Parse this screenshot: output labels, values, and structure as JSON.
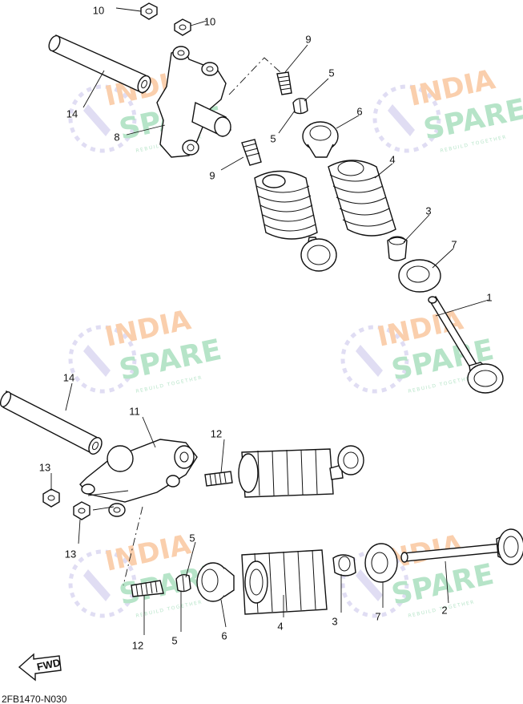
{
  "diagram_code": "2FB1470-N030",
  "fwd_label": "FWD",
  "watermark": {
    "line1": "INDIA",
    "line2": "SPARE",
    "tagline": "REBUILD TOGETHER",
    "color1": "#f6a96b",
    "color2": "#7ccf9c",
    "icon_color": "#c7c3ea"
  },
  "callouts": [
    "10",
    "10",
    "9",
    "5",
    "5",
    "6",
    "14",
    "8",
    "9",
    "4",
    "3",
    "7",
    "1",
    "14",
    "11",
    "12",
    "13",
    "13",
    "5",
    "12",
    "5",
    "6",
    "4",
    "3",
    "7",
    "2"
  ]
}
